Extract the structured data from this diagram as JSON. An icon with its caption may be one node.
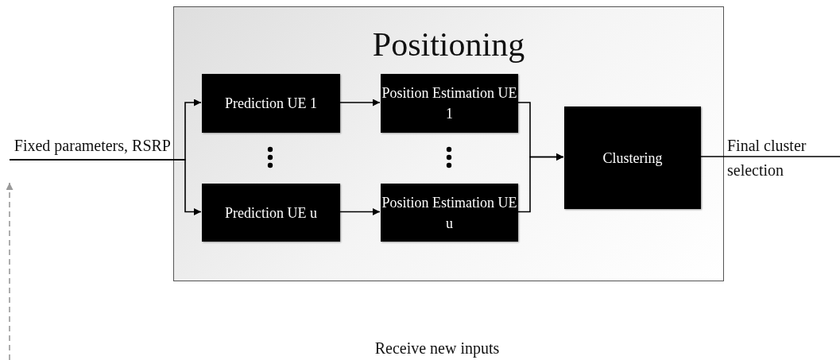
{
  "diagram": {
    "nodes": [
      {
        "text": [
          "Positioning"
        ]
      },
      {
        "text": [
          "Prediction UE 1"
        ],
        "in": 0
      },
      {
        "text": [
          "Position Estimation UE 1"
        ],
        "in": 0
      },
      {
        "text": [
          "Prediction UE u"
        ],
        "in": 0
      },
      {
        "text": [
          "Position Estimation UE u"
        ],
        "in": 0
      },
      {
        "text": [
          "Clustering"
        ],
        "in": 0
      },
      {
        "text": [
          "Fixed parameters, RSRP"
        ]
      },
      {
        "text": [
          "Final cluster selection"
        ]
      }
    ],
    "edges": [
      {
        "from": 6,
        "to": 1,
        "arrow": "to"
      },
      {
        "from": 6,
        "to": 3,
        "arrow": "to"
      },
      {
        "from": 1,
        "to": 2,
        "arrow": "to"
      },
      {
        "from": 3,
        "to": 4,
        "arrow": "to"
      },
      {
        "from": 2,
        "to": 5,
        "arrow": "to"
      },
      {
        "from": 4,
        "to": 5,
        "arrow": "to"
      },
      {
        "from": 5,
        "to": 7,
        "arrow": "none"
      },
      {
        "from": null,
        "to": 6,
        "arrow": "to",
        "style": "dashed",
        "color": "#9a9a9a"
      }
    ],
    "labels": [
      "Receive new inputs"
    ]
  }
}
